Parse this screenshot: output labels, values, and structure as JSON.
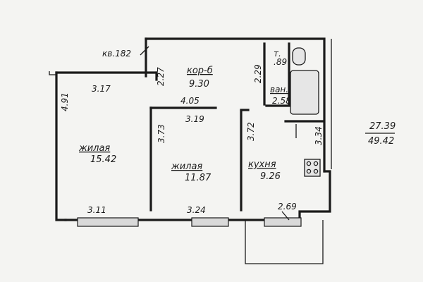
{
  "apartment": {
    "number_label": "кв.182",
    "area_fraction": {
      "living": "27.39",
      "total": "49.42"
    }
  },
  "rooms": [
    {
      "id": "living1",
      "name": "жилая",
      "area": "15.42"
    },
    {
      "id": "corridor",
      "name": "кор-б",
      "area": "9.30"
    },
    {
      "id": "bath",
      "name": "ван.",
      "area": "2.58"
    },
    {
      "id": "toilet",
      "name": "т.",
      "area": ".89"
    },
    {
      "id": "living2",
      "name": "жилая",
      "area": "11.87"
    },
    {
      "id": "kitchen",
      "name": "кухня",
      "area": "9.26"
    }
  ],
  "dimensions": {
    "room1_width_top": "3.17",
    "room1_depth": "4.91",
    "room1_width_bottom": "3.11",
    "corridor_small": "2.27",
    "corridor_length": "4.05",
    "corridor_wall": "3.19",
    "room2_depth": "3.73",
    "room2_width": "3.24",
    "kitchen_depth": "3.72",
    "kitchen_side": "3.34",
    "bath_side": "2.29",
    "kitchen_width": "2.69"
  },
  "colors": {
    "background": "#f4f4f2",
    "ink": "#1a1a1a",
    "hatch": "#d9d9d9"
  }
}
